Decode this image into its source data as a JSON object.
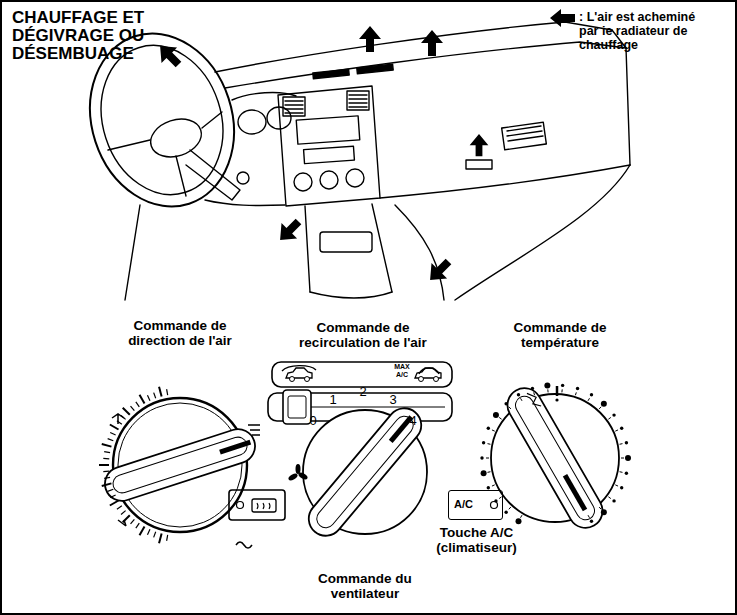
{
  "diagram": {
    "title": "CHAUFFAGE ET DÉGIVRAGE OU DÉSEMBUAGE",
    "nodes": [
      {
        "text": [
          "A/C",
          "Touche A/C (climatiseur)"
        ]
      }
    ],
    "labels": [
      "Commande de direction de l'air",
      "Commande de recirculation de l'air",
      "Commande de température",
      "Commande du ventilateur",
      "0",
      "1",
      "2",
      "3",
      "4",
      "MAX A/C"
    ],
    "legend": [
      {
        "text": ": L'air est acheminé par ie radiateur de chauffage"
      }
    ]
  }
}
